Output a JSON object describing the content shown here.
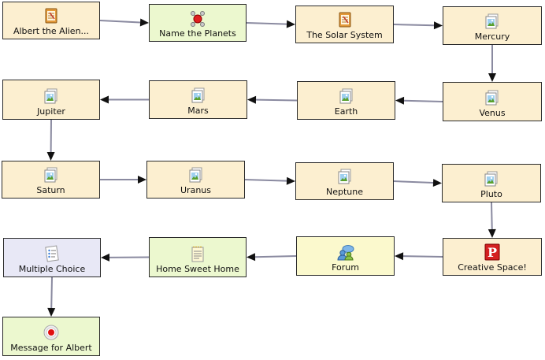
{
  "nodes": [
    {
      "id": "albert",
      "label": "Albert the Alien...",
      "icon": "notebook-icon",
      "kind": "page"
    },
    {
      "id": "planets",
      "label": "Name the Planets",
      "icon": "molecule-icon",
      "kind": "activity"
    },
    {
      "id": "solar",
      "label": "The Solar System",
      "icon": "notebook-icon",
      "kind": "page"
    },
    {
      "id": "mercury",
      "label": "Mercury",
      "icon": "image-icon",
      "kind": "page"
    },
    {
      "id": "venus",
      "label": "Venus",
      "icon": "image-icon",
      "kind": "page"
    },
    {
      "id": "earth",
      "label": "Earth",
      "icon": "image-icon",
      "kind": "page"
    },
    {
      "id": "mars",
      "label": "Mars",
      "icon": "image-icon",
      "kind": "page"
    },
    {
      "id": "jupiter",
      "label": "Jupiter",
      "icon": "image-icon",
      "kind": "page"
    },
    {
      "id": "saturn",
      "label": "Saturn",
      "icon": "image-icon",
      "kind": "page"
    },
    {
      "id": "uranus",
      "label": "Uranus",
      "icon": "image-icon",
      "kind": "page"
    },
    {
      "id": "neptune",
      "label": "Neptune",
      "icon": "image-icon",
      "kind": "page"
    },
    {
      "id": "pluto",
      "label": "Pluto",
      "icon": "image-icon",
      "kind": "page"
    },
    {
      "id": "creative",
      "label": "Creative Space!",
      "icon": "red-p-icon",
      "kind": "page"
    },
    {
      "id": "forum",
      "label": "Forum",
      "icon": "forum-icon",
      "kind": "forum"
    },
    {
      "id": "home",
      "label": "Home Sweet Home",
      "icon": "note-icon",
      "kind": "activity"
    },
    {
      "id": "quiz",
      "label": "Multiple Choice",
      "icon": "checklist-icon",
      "kind": "quiz"
    },
    {
      "id": "message",
      "label": "Message for Albert",
      "icon": "record-icon",
      "kind": "activity"
    }
  ],
  "edges": [
    [
      "albert",
      "planets"
    ],
    [
      "planets",
      "solar"
    ],
    [
      "solar",
      "mercury"
    ],
    [
      "mercury",
      "venus"
    ],
    [
      "venus",
      "earth"
    ],
    [
      "earth",
      "mars"
    ],
    [
      "mars",
      "jupiter"
    ],
    [
      "jupiter",
      "saturn"
    ],
    [
      "saturn",
      "uranus"
    ],
    [
      "uranus",
      "neptune"
    ],
    [
      "neptune",
      "pluto"
    ],
    [
      "pluto",
      "creative"
    ],
    [
      "creative",
      "forum"
    ],
    [
      "forum",
      "home"
    ],
    [
      "home",
      "quiz"
    ],
    [
      "quiz",
      "message"
    ]
  ]
}
